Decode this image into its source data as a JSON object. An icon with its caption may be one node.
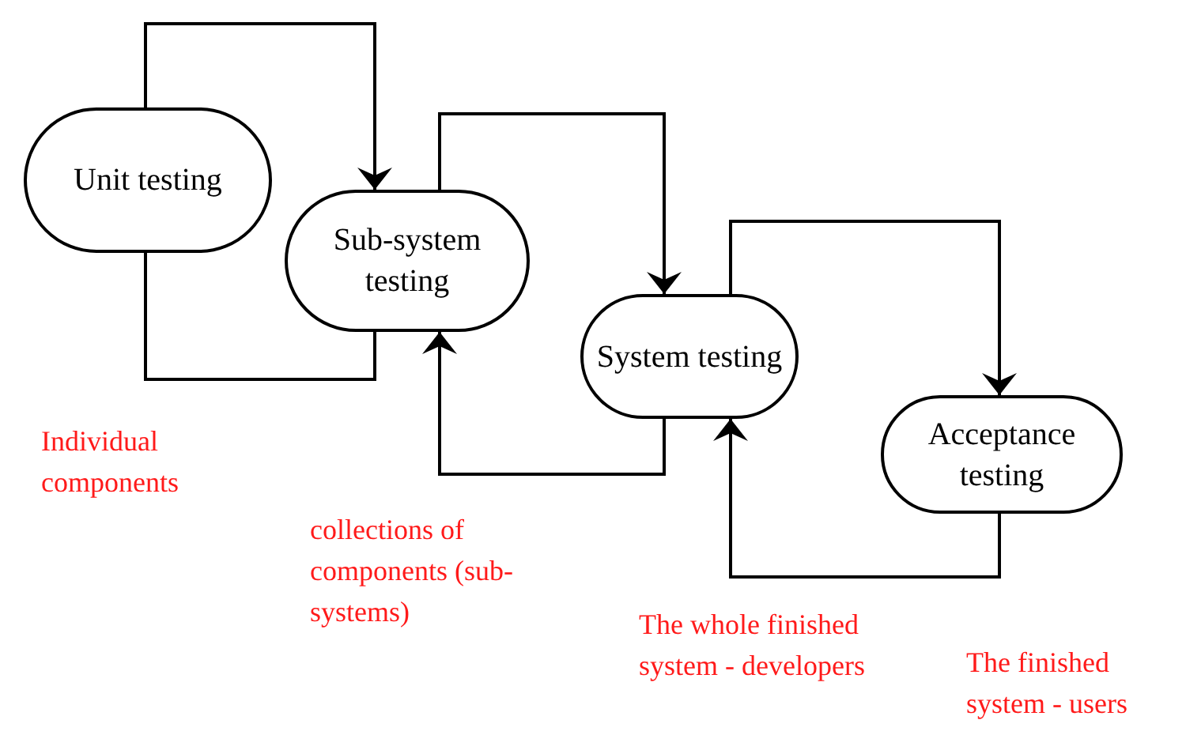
{
  "diagram": {
    "nodes": [
      {
        "text": [
          "Unit testing"
        ]
      },
      {
        "text": [
          "Sub-system testing"
        ]
      },
      {
        "text": [
          "System testing"
        ]
      },
      {
        "text": [
          "Acceptance testing"
        ]
      }
    ],
    "edges": [
      {
        "from": 0,
        "to": 1,
        "arrow": "to"
      },
      {
        "from": 1,
        "to": 0,
        "arrow": "none"
      },
      {
        "from": 1,
        "to": 2,
        "arrow": "to"
      },
      {
        "from": 2,
        "to": 1,
        "arrow": "to"
      },
      {
        "from": 2,
        "to": 3,
        "arrow": "to"
      },
      {
        "from": 3,
        "to": 2,
        "arrow": "to"
      }
    ],
    "labels": [
      "Individual components",
      "collections of components (sub-systems)",
      "The whole finished system - developers",
      "The finished system - users"
    ]
  }
}
